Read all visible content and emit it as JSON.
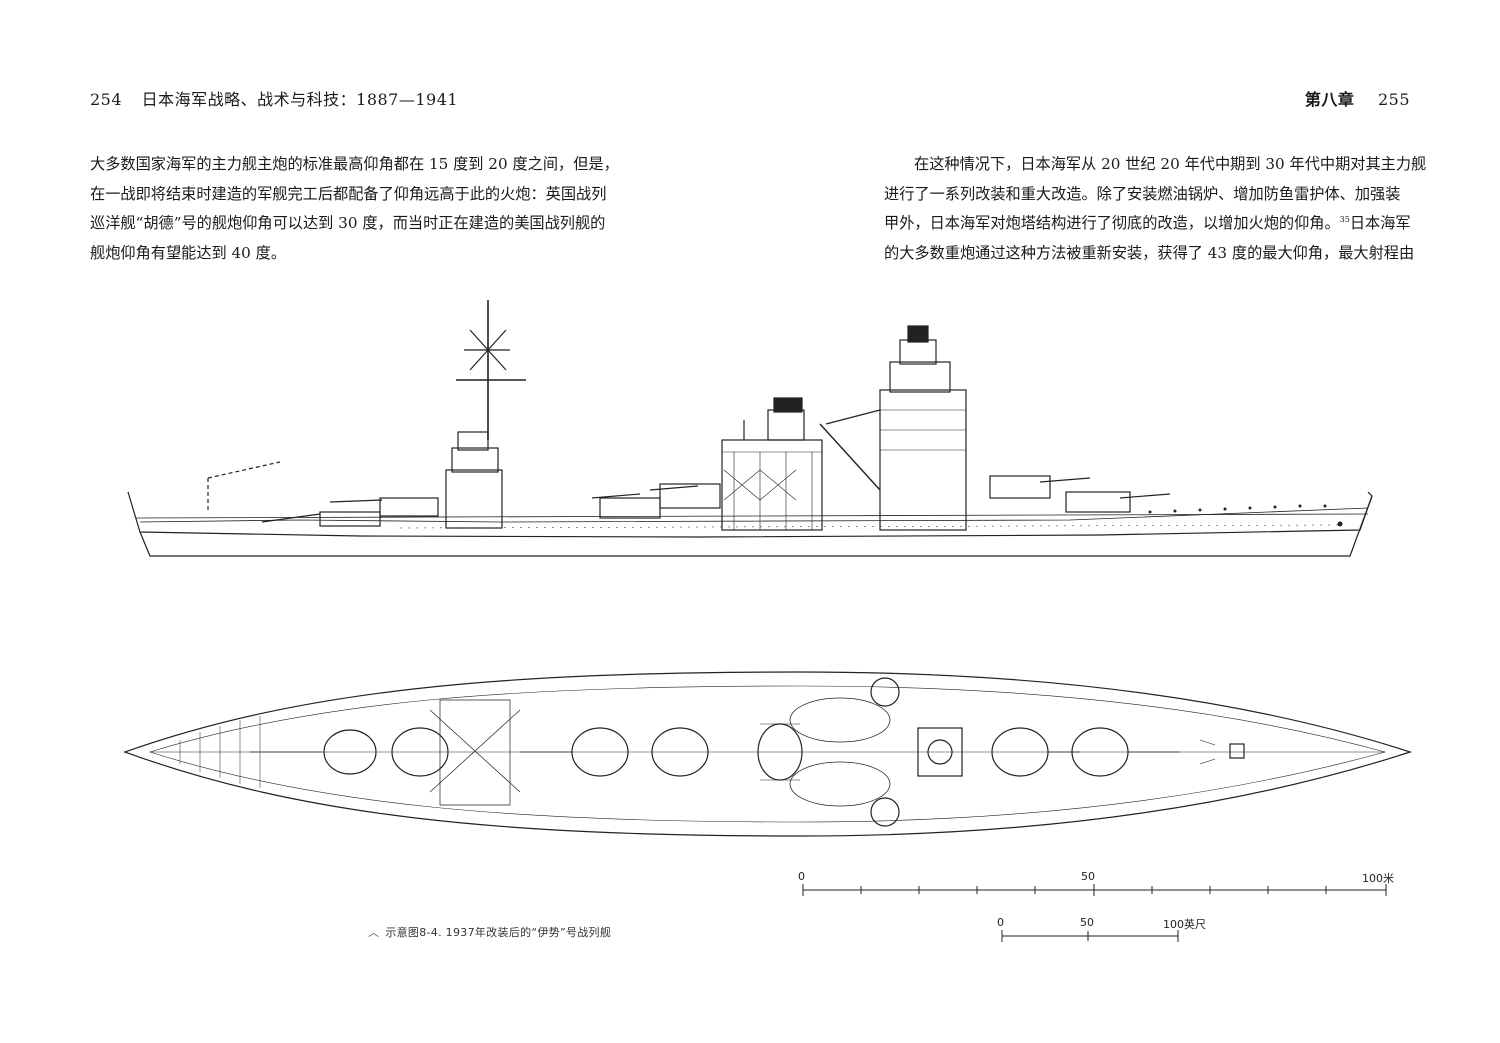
{
  "header": {
    "left_page_number": "254",
    "book_title": "日本海军战略、战术与科技：1887—1941",
    "chapter": "第八章",
    "right_page_number": "255"
  },
  "left_text": {
    "lines": [
      "大多数国家海军的主力舰主炮的标准最高仰角都在 15 度到 20 度之间，但是，",
      "在一战即将结束时建造的军舰完工后都配备了仰角远高于此的火炮：英国战列",
      "巡洋舰“胡德”号的舰炮仰角可以达到 30 度，而当时正在建造的美国战列舰的",
      "舰炮仰角有望能达到 40 度。"
    ]
  },
  "right_text": {
    "line1": "在这种情况下，日本海军从 20 世纪 20 年代中期到 30 年代中期对其主力舰",
    "line2": "进行了一系列改装和重大改造。除了安装燃油锅炉、增加防鱼雷护体、加强装",
    "line3_before": "甲外，日本海军对炮塔结构进行了彻底的改造，以增加火炮的仰角。",
    "footnote": "35",
    "line3_after": "日本海军",
    "line4": "的大多数重炮通过这种方法被重新安装，获得了 43 度的最大仰角，最大射程由"
  },
  "figure": {
    "caption_mark": "︿",
    "caption": "示意图8-4. 1937年改装后的“伊势”号战列舰",
    "scale_m": {
      "labels": [
        "0",
        "50",
        "100米"
      ]
    },
    "scale_ft": {
      "labels": [
        "0",
        "50",
        "100英尺"
      ]
    }
  }
}
